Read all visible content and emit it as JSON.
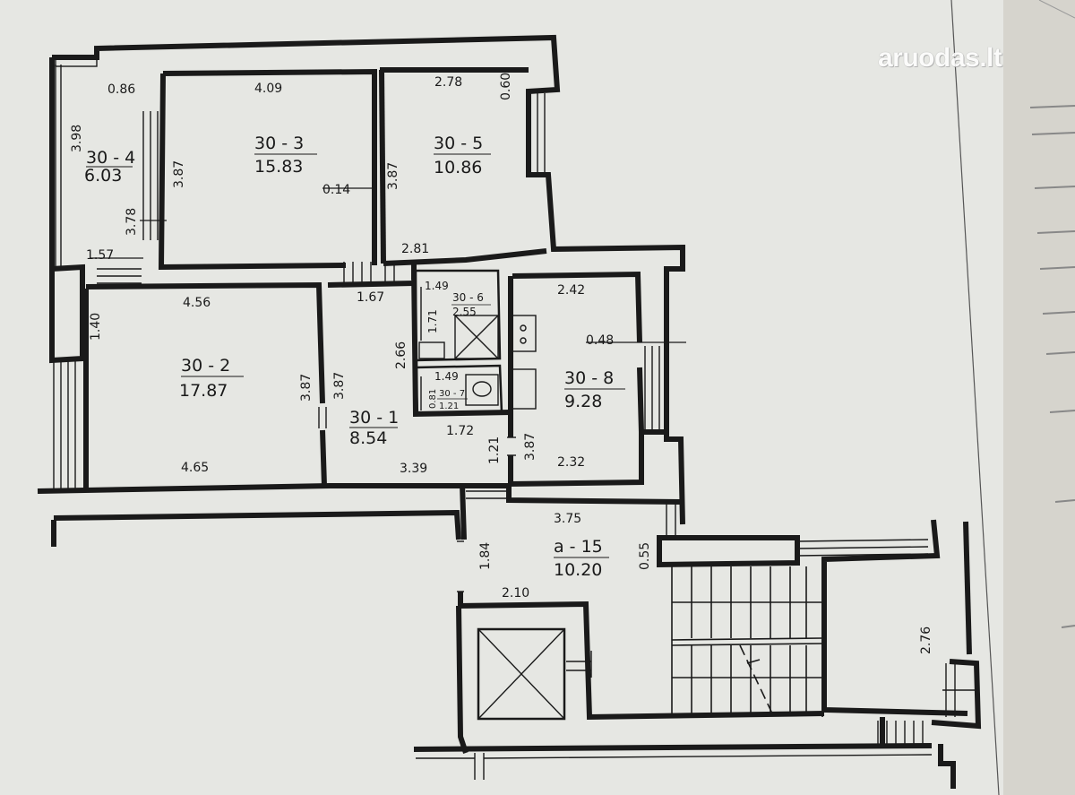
{
  "watermark": "aruodas.lt",
  "rooms": {
    "r30_4": {
      "id": "30 - 4",
      "area": "6.03"
    },
    "r30_3": {
      "id": "30 - 3",
      "area": "15.83"
    },
    "r30_5": {
      "id": "30 - 5",
      "area": "10.86"
    },
    "r30_2": {
      "id": "30 - 2",
      "area": "17.87"
    },
    "r30_6": {
      "id": "30 - 6",
      "area": "2.55"
    },
    "r30_7": {
      "id": "30 - 7",
      "area": "1.21"
    },
    "r30_8": {
      "id": "30 - 8",
      "area": "9.28"
    },
    "r30_1": {
      "id": "30 - 1",
      "area": "8.54"
    },
    "a15": {
      "id": "a - 15",
      "area": "10.20"
    }
  },
  "dims": {
    "d0_86": "0.86",
    "d4_09": "4.09",
    "d2_78": "2.78",
    "d0_60": "0.60",
    "d3_98": "3.98",
    "d3_87a": "3.87",
    "d3_87b": "3.87",
    "d0_14": "0.14",
    "d3_78": "3.78",
    "d1_57": "1.57",
    "d2_81": "2.81",
    "d1_67": "1.67",
    "d1_49a": "1.49",
    "d1_71": "1.71",
    "d2_42": "2.42",
    "d4_56": "4.56",
    "d1_40": "1.40",
    "d2_66": "2.66",
    "d0_48": "0.48",
    "d1_49b": "1.49",
    "d0_81": "0.81",
    "d3_87c": "3.87",
    "d3_87d": "3.87",
    "d1_72": "1.72",
    "d1_21": "1.21",
    "d3_87e": "3.87",
    "d4_65": "4.65",
    "d3_39": "3.39",
    "d2_32": "2.32",
    "d3_75": "3.75",
    "d1_84": "1.84",
    "d0_55": "0.55",
    "d2_10": "2.10",
    "d2_76": "2.76"
  }
}
